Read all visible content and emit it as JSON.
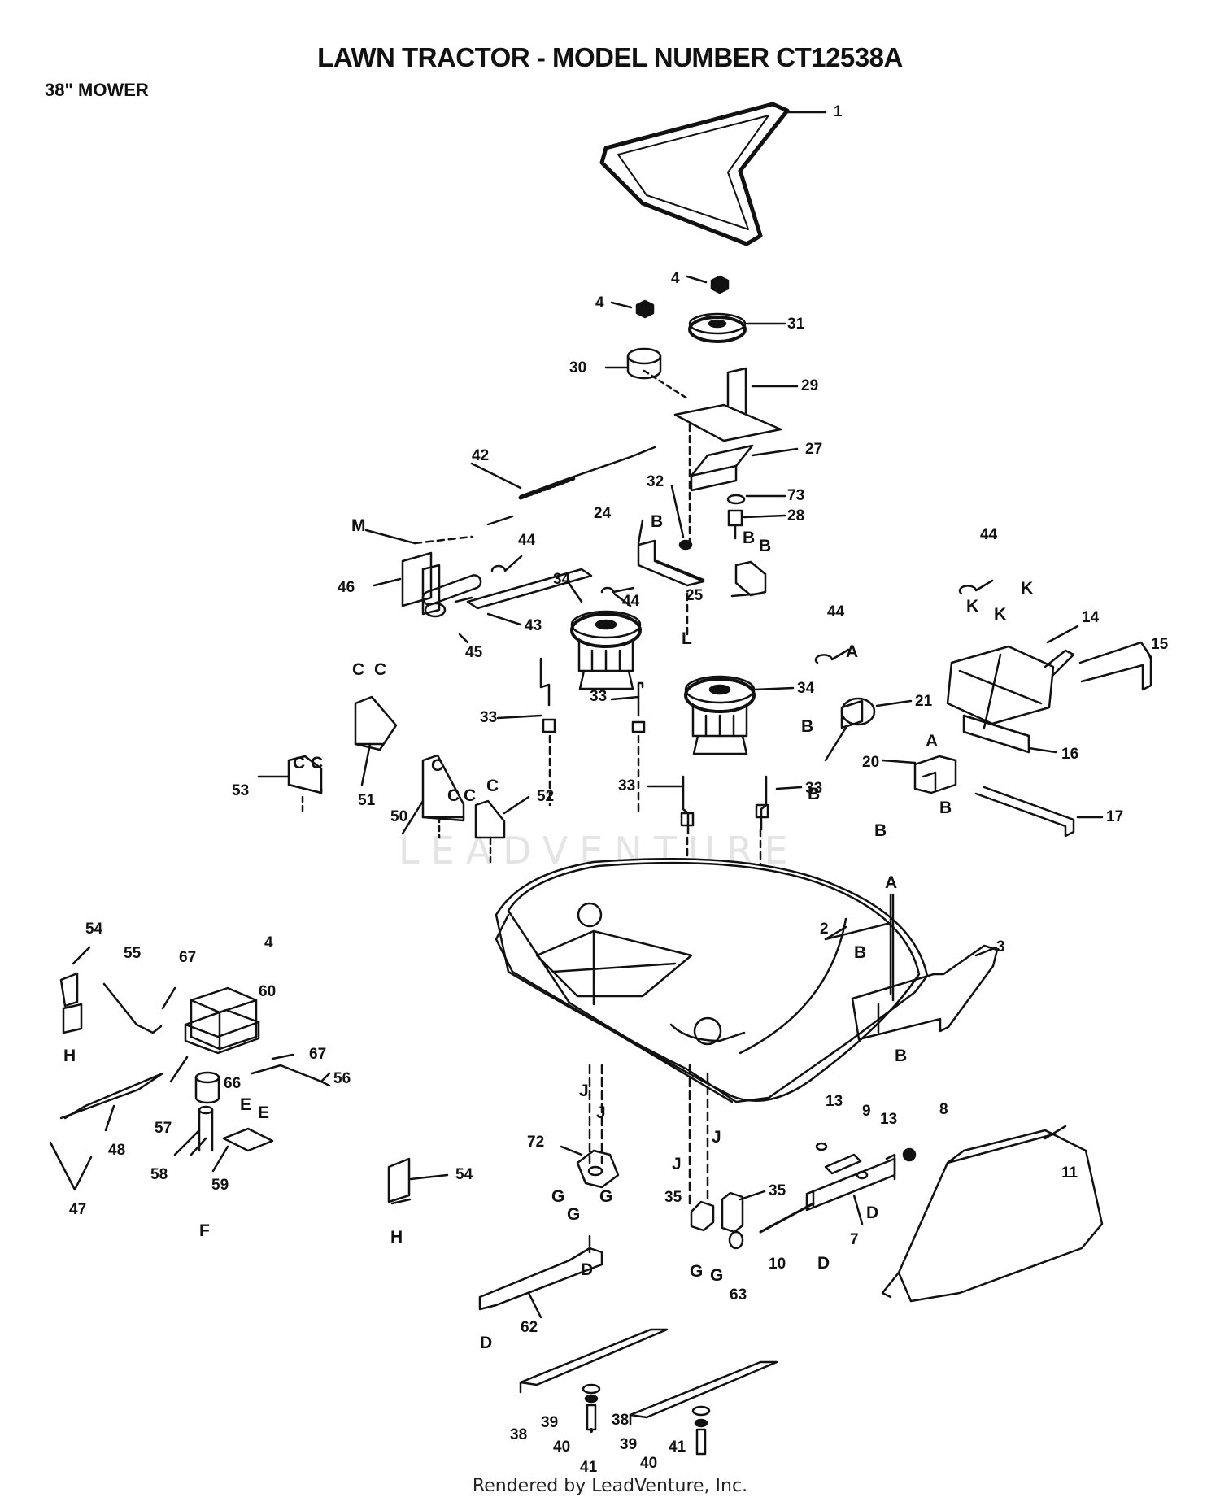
{
  "title": "LAWN TRACTOR - MODEL NUMBER CT12538A",
  "subtitle": "38\" MOWER",
  "watermark": "LEADVENTURE",
  "footer": "Rendered by LeadVenture, Inc.",
  "part_callouts": [
    "1",
    "2",
    "3",
    "4",
    "4",
    "4",
    "7",
    "8",
    "9",
    "10",
    "11",
    "13",
    "13",
    "14",
    "15",
    "16",
    "17",
    "20",
    "21",
    "24",
    "25",
    "27",
    "28",
    "29",
    "30",
    "31",
    "32",
    "33",
    "33",
    "33",
    "33",
    "34",
    "34",
    "35",
    "35",
    "38",
    "38",
    "39",
    "39",
    "40",
    "40",
    "41",
    "41",
    "42",
    "43",
    "44",
    "44",
    "44",
    "44",
    "45",
    "46",
    "47",
    "48",
    "50",
    "51",
    "52",
    "53",
    "54",
    "54",
    "55",
    "56",
    "57",
    "58",
    "59",
    "60",
    "62",
    "63",
    "66",
    "67",
    "67",
    "72",
    "73"
  ],
  "reference_letters": [
    "A",
    "A",
    "A",
    "B",
    "B",
    "B",
    "B",
    "B",
    "B",
    "B",
    "B",
    "B",
    "C",
    "C",
    "C",
    "C",
    "C",
    "C",
    "C",
    "C",
    "D",
    "D",
    "D",
    "D",
    "E",
    "E",
    "F",
    "G",
    "G",
    "G",
    "G",
    "G",
    "H",
    "H",
    "J",
    "J",
    "J",
    "J",
    "K",
    "K",
    "K",
    "L",
    "M"
  ],
  "colors": {
    "ink": "#111111",
    "watermark": "#cfcfcf",
    "background": "#ffffff"
  }
}
